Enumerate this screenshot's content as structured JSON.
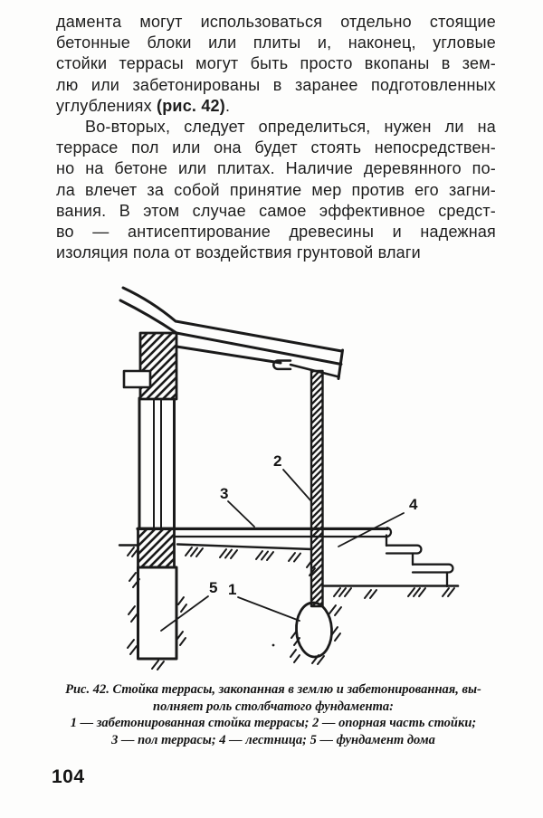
{
  "page": {
    "number": "104"
  },
  "body": {
    "paragraph1": {
      "lines": [
        "дамента могут использоваться отдельно стоящие",
        "бетонные блоки или плиты и, наконец, угловые",
        "стойки террасы могут быть просто вкопаны в зем-",
        "лю или забетонированы в заранее подготовленных"
      ],
      "last_line": {
        "prefix": "углублениях ",
        "bold": "(рис. 42)",
        "suffix": "."
      }
    },
    "paragraph2": {
      "lines": [
        "Во-вторых, следует определиться, нужен ли на",
        "террасе пол или она будет стоять непосредствен-",
        "но на бетоне или плитах. Наличие деревянного по-",
        "ла влечет за собой принятие мер против его загни-",
        "вания. В этом случае самое эффективное средст-",
        "во — антисептирование древесины и надежная"
      ],
      "last_line": "изоляция пола от воздействия грунтовой влаги"
    }
  },
  "figure": {
    "labels": {
      "l1": "1",
      "l2": "2",
      "l3": "3",
      "l4": "4",
      "l5": "5"
    },
    "caption": {
      "line1": "Рис. 42. Стойка террасы, закопанная в землю и забетонированная, вы-",
      "line2": "полняет роль столбчатого фундамента:",
      "line3": "1 — забетонированная стойка террасы; 2 — опорная часть стойки;",
      "line4": "3 — пол террасы; 4 — лестница; 5 — фундамент дома"
    }
  }
}
